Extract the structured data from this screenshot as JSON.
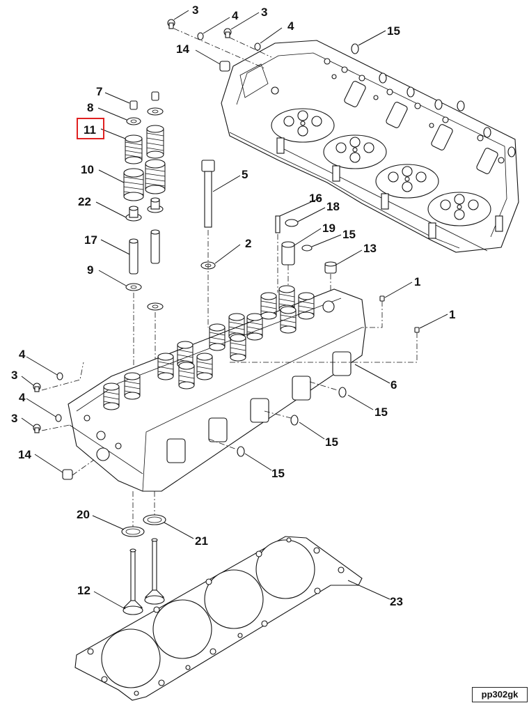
{
  "figure_code": "pp302gk",
  "highlight": {
    "label": "11",
    "color": "#e02020"
  },
  "callouts": [
    {
      "id": "c3a",
      "text": "3"
    },
    {
      "id": "c4a",
      "text": "4"
    },
    {
      "id": "c3b",
      "text": "3"
    },
    {
      "id": "c4b",
      "text": "4"
    },
    {
      "id": "c15a",
      "text": "15"
    },
    {
      "id": "c14a",
      "text": "14"
    },
    {
      "id": "c7",
      "text": "7"
    },
    {
      "id": "c8",
      "text": "8"
    },
    {
      "id": "c11",
      "text": "11"
    },
    {
      "id": "c10",
      "text": "10"
    },
    {
      "id": "c5",
      "text": "5"
    },
    {
      "id": "c22",
      "text": "22"
    },
    {
      "id": "c16",
      "text": "16"
    },
    {
      "id": "c18",
      "text": "18"
    },
    {
      "id": "c19",
      "text": "19"
    },
    {
      "id": "c15b",
      "text": "15"
    },
    {
      "id": "c17",
      "text": "17"
    },
    {
      "id": "c2",
      "text": "2"
    },
    {
      "id": "c13",
      "text": "13"
    },
    {
      "id": "c9",
      "text": "9"
    },
    {
      "id": "c1a",
      "text": "1"
    },
    {
      "id": "c1b",
      "text": "1"
    },
    {
      "id": "c4c",
      "text": "4"
    },
    {
      "id": "c3c",
      "text": "3"
    },
    {
      "id": "c6",
      "text": "6"
    },
    {
      "id": "c4d",
      "text": "4"
    },
    {
      "id": "c15c",
      "text": "15"
    },
    {
      "id": "c3d",
      "text": "3"
    },
    {
      "id": "c15d",
      "text": "15"
    },
    {
      "id": "c14b",
      "text": "14"
    },
    {
      "id": "c15e",
      "text": "15"
    },
    {
      "id": "c20",
      "text": "20"
    },
    {
      "id": "c21",
      "text": "21"
    },
    {
      "id": "c12",
      "text": "12"
    },
    {
      "id": "c23",
      "text": "23"
    }
  ]
}
